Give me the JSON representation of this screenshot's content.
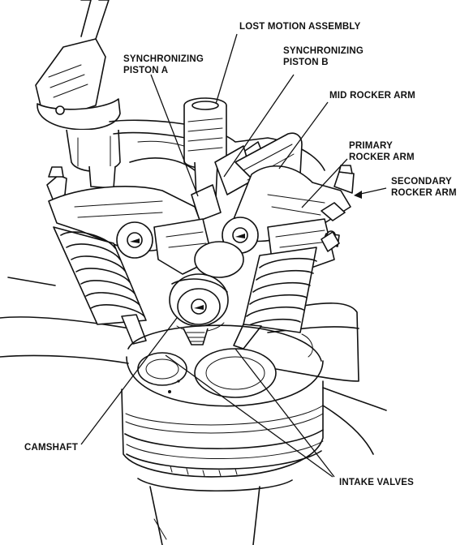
{
  "diagram": {
    "labels": {
      "lost_motion_assembly": "LOST MOTION ASSEMBLY",
      "synchronizing_piston_a": [
        "SYNCHRONIZING",
        "PISTON A"
      ],
      "synchronizing_piston_b": [
        "SYNCHRONIZING",
        "PISTON B"
      ],
      "mid_rocker_arm": "MID ROCKER ARM",
      "primary_rocker_arm": [
        "PRIMARY",
        "ROCKER ARM"
      ],
      "secondary_rocker_arm": [
        "SECONDARY",
        "ROCKER ARM"
      ],
      "camshaft": "CAMSHAFT",
      "intake_valves": "INTAKE VALVES"
    }
  }
}
